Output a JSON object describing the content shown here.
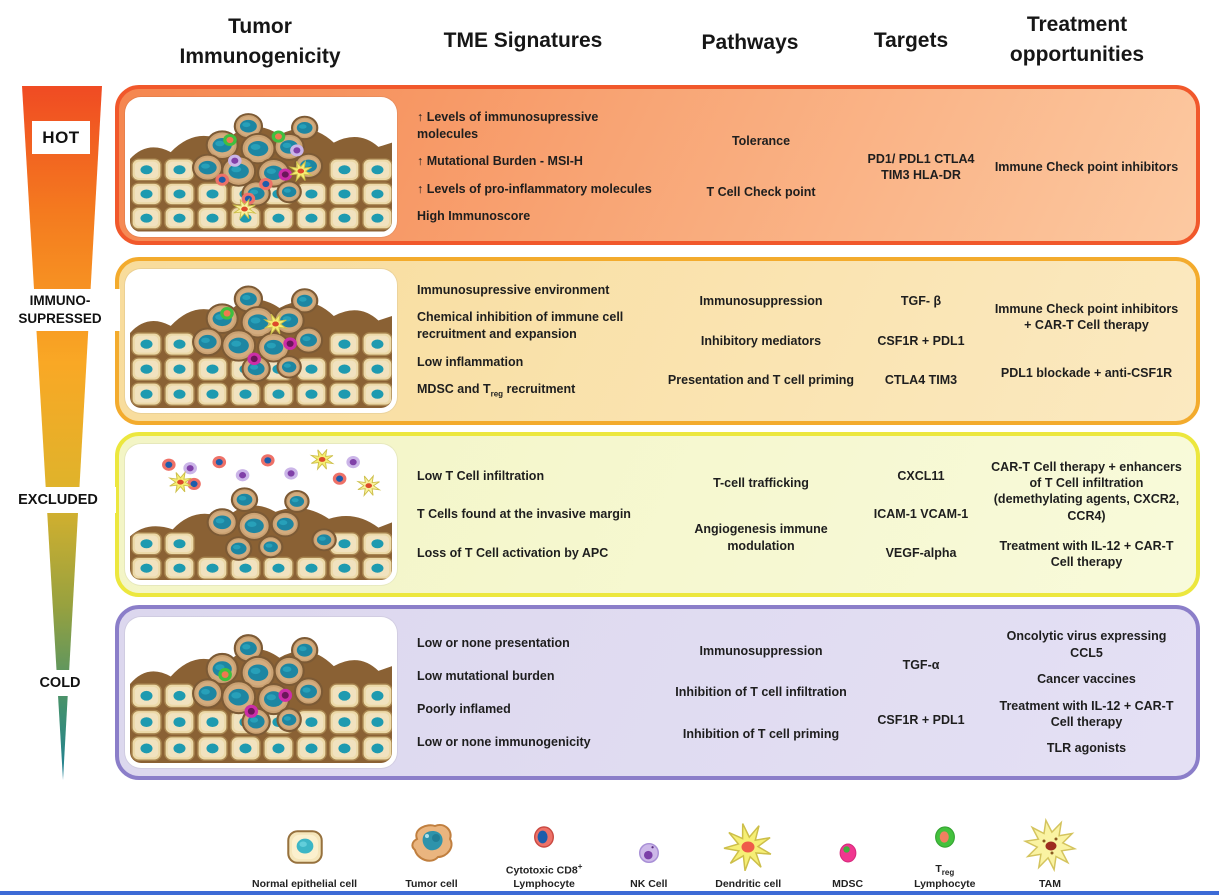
{
  "headers": {
    "tumor_immunogenicity": "Tumor Immunogenicity",
    "tme_signatures": "TME Signatures",
    "pathways": "Pathways",
    "targets": "Targets",
    "treatment_opportunities": "Treatment opportunities"
  },
  "funnel": {
    "labels": {
      "hot": "HOT",
      "immuno": "IMMUNO-\nSUPRESSED",
      "excluded": "EXCLUDED",
      "cold": "COLD"
    },
    "gradient": [
      "#f04b23",
      "#f47a1f",
      "#f9a825",
      "#dfb32b",
      "#97a13f",
      "#3f9070",
      "#1d7f96"
    ]
  },
  "rows": [
    {
      "id": "hot",
      "image": "hot",
      "panel_colors": {
        "border": "#f1582b",
        "bg_from": "#f5864f",
        "bg_to": "#fcc9a1"
      },
      "signatures": [
        "↑ Levels of immunosupressive molecules",
        "↑ Mutational Burden - MSI-H",
        "↑ Levels of pro-inflammatory molecules",
        "High Immunoscore"
      ],
      "pathways": [
        "Tolerance",
        "T Cell Check point"
      ],
      "targets": [
        "PD1/ PDL1 CTLA4 TIM3 HLA-DR"
      ],
      "treatments": [
        "Immune Check point inhibitors"
      ]
    },
    {
      "id": "immuno-supressed",
      "image": "immuno",
      "panel_colors": {
        "border": "#f3ab2d",
        "bg_from": "#f8dc9b",
        "bg_to": "#fbe9c0"
      },
      "signatures": [
        "Immunosupressive environment",
        "Chemical inhibition of immune cell recruitment and expansion",
        "Low inflammation",
        "MDSC and T~reg~ recruitment"
      ],
      "pathways": [
        "Immunosuppression",
        "Inhibitory mediators",
        "Presentation and T cell priming"
      ],
      "targets": [
        "TGF- β",
        "CSF1R + PDL1",
        "CTLA4 TIM3"
      ],
      "treatments": [
        "Immune Check point inhibitors + CAR-T Cell therapy",
        "PDL1 blockade + anti-CSF1R"
      ]
    },
    {
      "id": "excluded",
      "image": "excluded",
      "panel_colors": {
        "border": "#ece73e",
        "bg_from": "#f3f5c5",
        "bg_to": "#f8fada"
      },
      "signatures": [
        "Low T Cell infiltration",
        "T Cells found at the invasive margin",
        "Loss of T Cell activation by APC"
      ],
      "pathways": [
        "T-cell trafficking",
        "Angiogenesis immune modulation"
      ],
      "targets": [
        "CXCL11",
        "ICAM-1  VCAM-1",
        "VEGF-alpha"
      ],
      "treatments": [
        "CAR-T Cell therapy + enhancers of T Cell infiltration (demethylating agents, CXCR2, CCR4)",
        "Treatment with IL-12 + CAR-T Cell therapy"
      ]
    },
    {
      "id": "cold",
      "image": "cold",
      "panel_colors": {
        "border": "#8b7ec9",
        "bg_from": "#dcd7ee",
        "bg_to": "#e4e0f4"
      },
      "signatures": [
        "Low or none presentation",
        "Low mutational burden",
        "Poorly inflamed",
        "Low or none immunogenicity"
      ],
      "pathways": [
        "Immunosuppression",
        "Inhibition of T cell infiltration",
        "Inhibition of T cell priming"
      ],
      "targets": [
        "TGF-α",
        "CSF1R + PDL1"
      ],
      "treatments": [
        "Oncolytic virus expressing CCL5",
        "Cancer vaccines",
        "Treatment with IL-12 + CAR-T Cell therapy",
        "TLR agonists"
      ]
    }
  ],
  "legend": [
    {
      "icon": "normal-epithelial-cell",
      "label": "Normal epithelial cell"
    },
    {
      "icon": "tumor-cell",
      "label": "Tumor cell"
    },
    {
      "icon": "cytotoxic-cd8-lymphocyte",
      "label": "Cytotoxic CD8^+^\nLymphocyte"
    },
    {
      "icon": "nk-cell",
      "label": "NK Cell"
    },
    {
      "icon": "dendritic-cell",
      "label": "Dendritic cell"
    },
    {
      "icon": "mdsc",
      "label": "MDSC"
    },
    {
      "icon": "treg-lymphocyte",
      "label": "T~reg~\nLymphocyte"
    },
    {
      "icon": "tam",
      "label": "TAM"
    }
  ],
  "figure": {
    "background": "#ffffff",
    "bottom_bar_color": "#3d6bd6",
    "text_color": "#1c1c1c"
  }
}
